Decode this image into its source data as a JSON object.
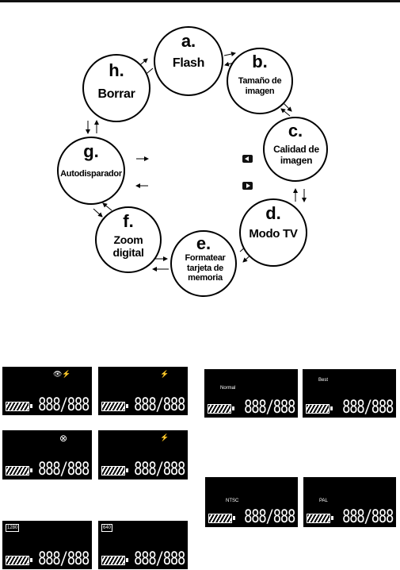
{
  "diagram": {
    "nodes": [
      {
        "id": "a",
        "letter": "a.",
        "label": "Flash"
      },
      {
        "id": "b",
        "letter": "b.",
        "label": "Tamaño de imagen"
      },
      {
        "id": "c",
        "letter": "c.",
        "label": "Calidad de imagen"
      },
      {
        "id": "d",
        "letter": "d.",
        "label": "Modo TV"
      },
      {
        "id": "e",
        "letter": "e.",
        "label": "Formatear tarjeta de memoria"
      },
      {
        "id": "f",
        "letter": "f.",
        "label": "Zoom digital"
      },
      {
        "id": "g",
        "letter": "g.",
        "label": "Autodisparador"
      },
      {
        "id": "h",
        "letter": "h.",
        "label": "Borrar"
      }
    ],
    "legend": {
      "left_icon": "left-button-icon",
      "right_icon": "right-button-icon"
    }
  },
  "lcd_panels": {
    "counter": "888/888",
    "flash_auto_redeye": {
      "symbol": "👁⚡"
    },
    "flash_on": {
      "symbol": "⚡"
    },
    "flash_off": {
      "symbol": "⊗"
    },
    "flash_auto": {
      "symbol": "⚡"
    },
    "size_1280": {
      "label": "1280"
    },
    "size_640": {
      "label": "640"
    },
    "quality_normal": {
      "label": "Normal"
    },
    "quality_best": {
      "label": "Best"
    },
    "tv_ntsc": {
      "label": "NTSC"
    },
    "tv_pal": {
      "label": "PAL"
    }
  }
}
